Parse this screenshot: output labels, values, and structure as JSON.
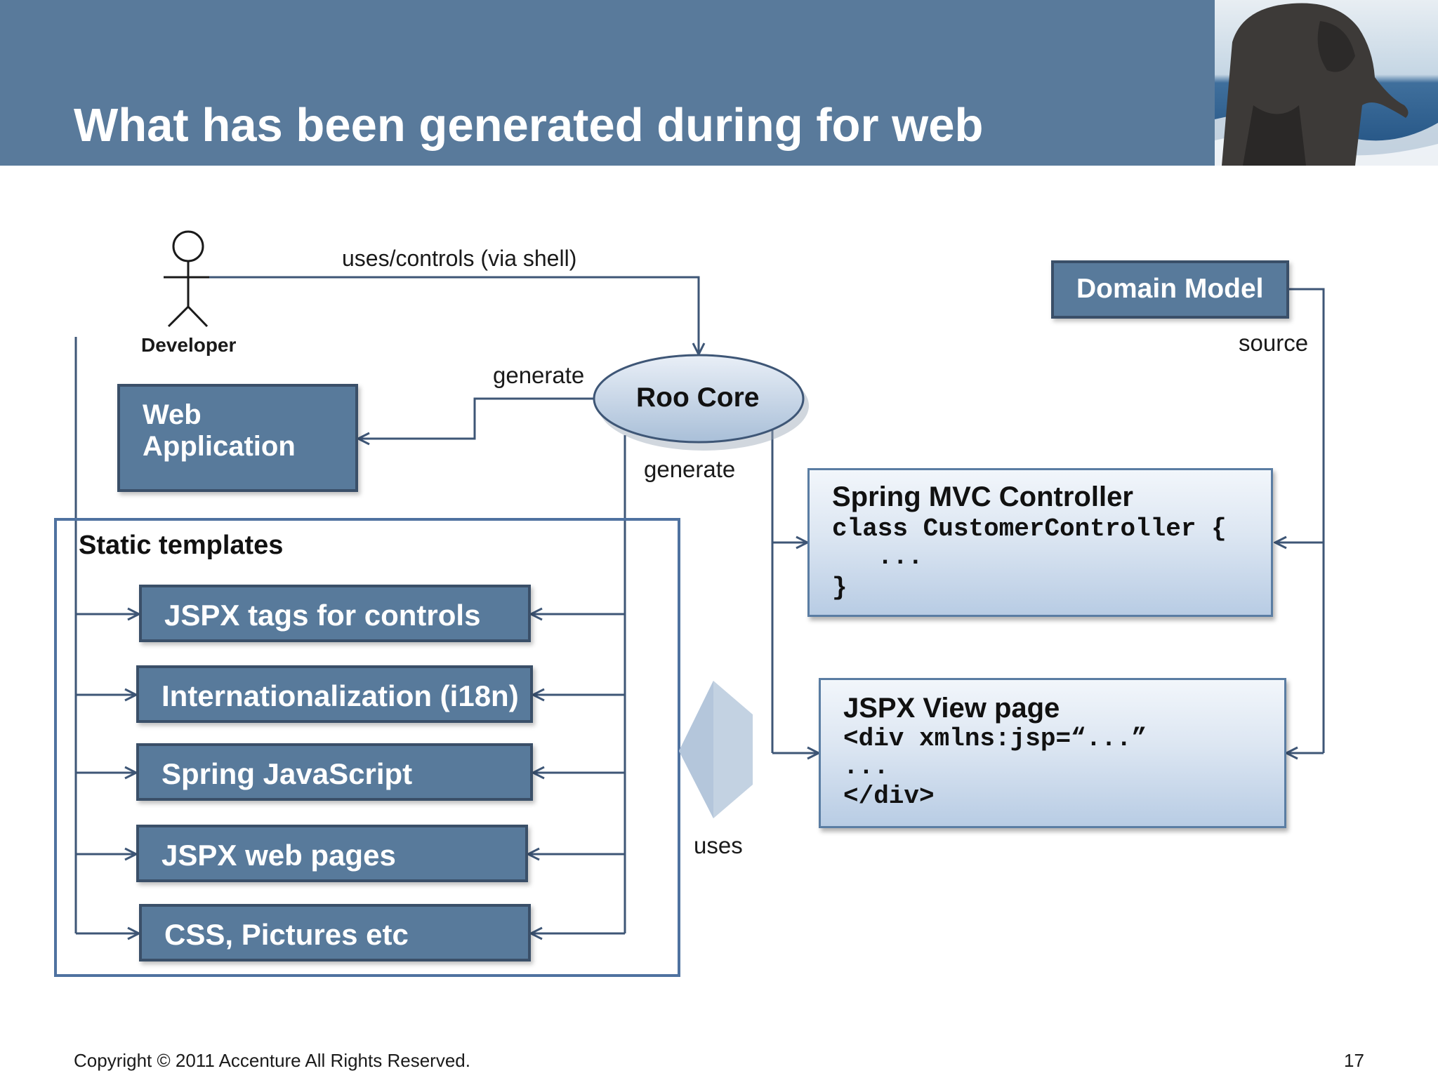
{
  "header": {
    "title": "What has been generated during for web"
  },
  "diagram": {
    "actor_label": "Developer",
    "edge_uses_controls": "uses/controls (via shell)",
    "edge_generate_1": "generate",
    "edge_generate_2": "generate",
    "edge_source": "source",
    "edge_uses": "uses",
    "roo_core": "Roo Core",
    "web_application": [
      "Web",
      "Application"
    ],
    "domain_model": "Domain Model",
    "static_templates": {
      "title": "Static templates",
      "items": [
        "JSPX tags for controls",
        "Internationalization (i18n)",
        "Spring JavaScript",
        "JSPX web pages",
        "CSS, Pictures etc"
      ]
    },
    "controller": {
      "title": "Spring MVC Controller",
      "code": [
        "class CustomerController {",
        "   ...",
        "}"
      ]
    },
    "view_page": {
      "title": "JSPX View page",
      "code": [
        "<div xmlns:jsp=“...”",
        "...",
        "</div>"
      ]
    }
  },
  "footer": {
    "copyright": "Copyright © 2011 Accenture  All Rights Reserved.",
    "page_number": "17"
  },
  "colors": {
    "header": "#597a9b",
    "box_fill": "#587a9b",
    "line": "#3e5676",
    "ellipse_fill": "#c9d7e8"
  }
}
